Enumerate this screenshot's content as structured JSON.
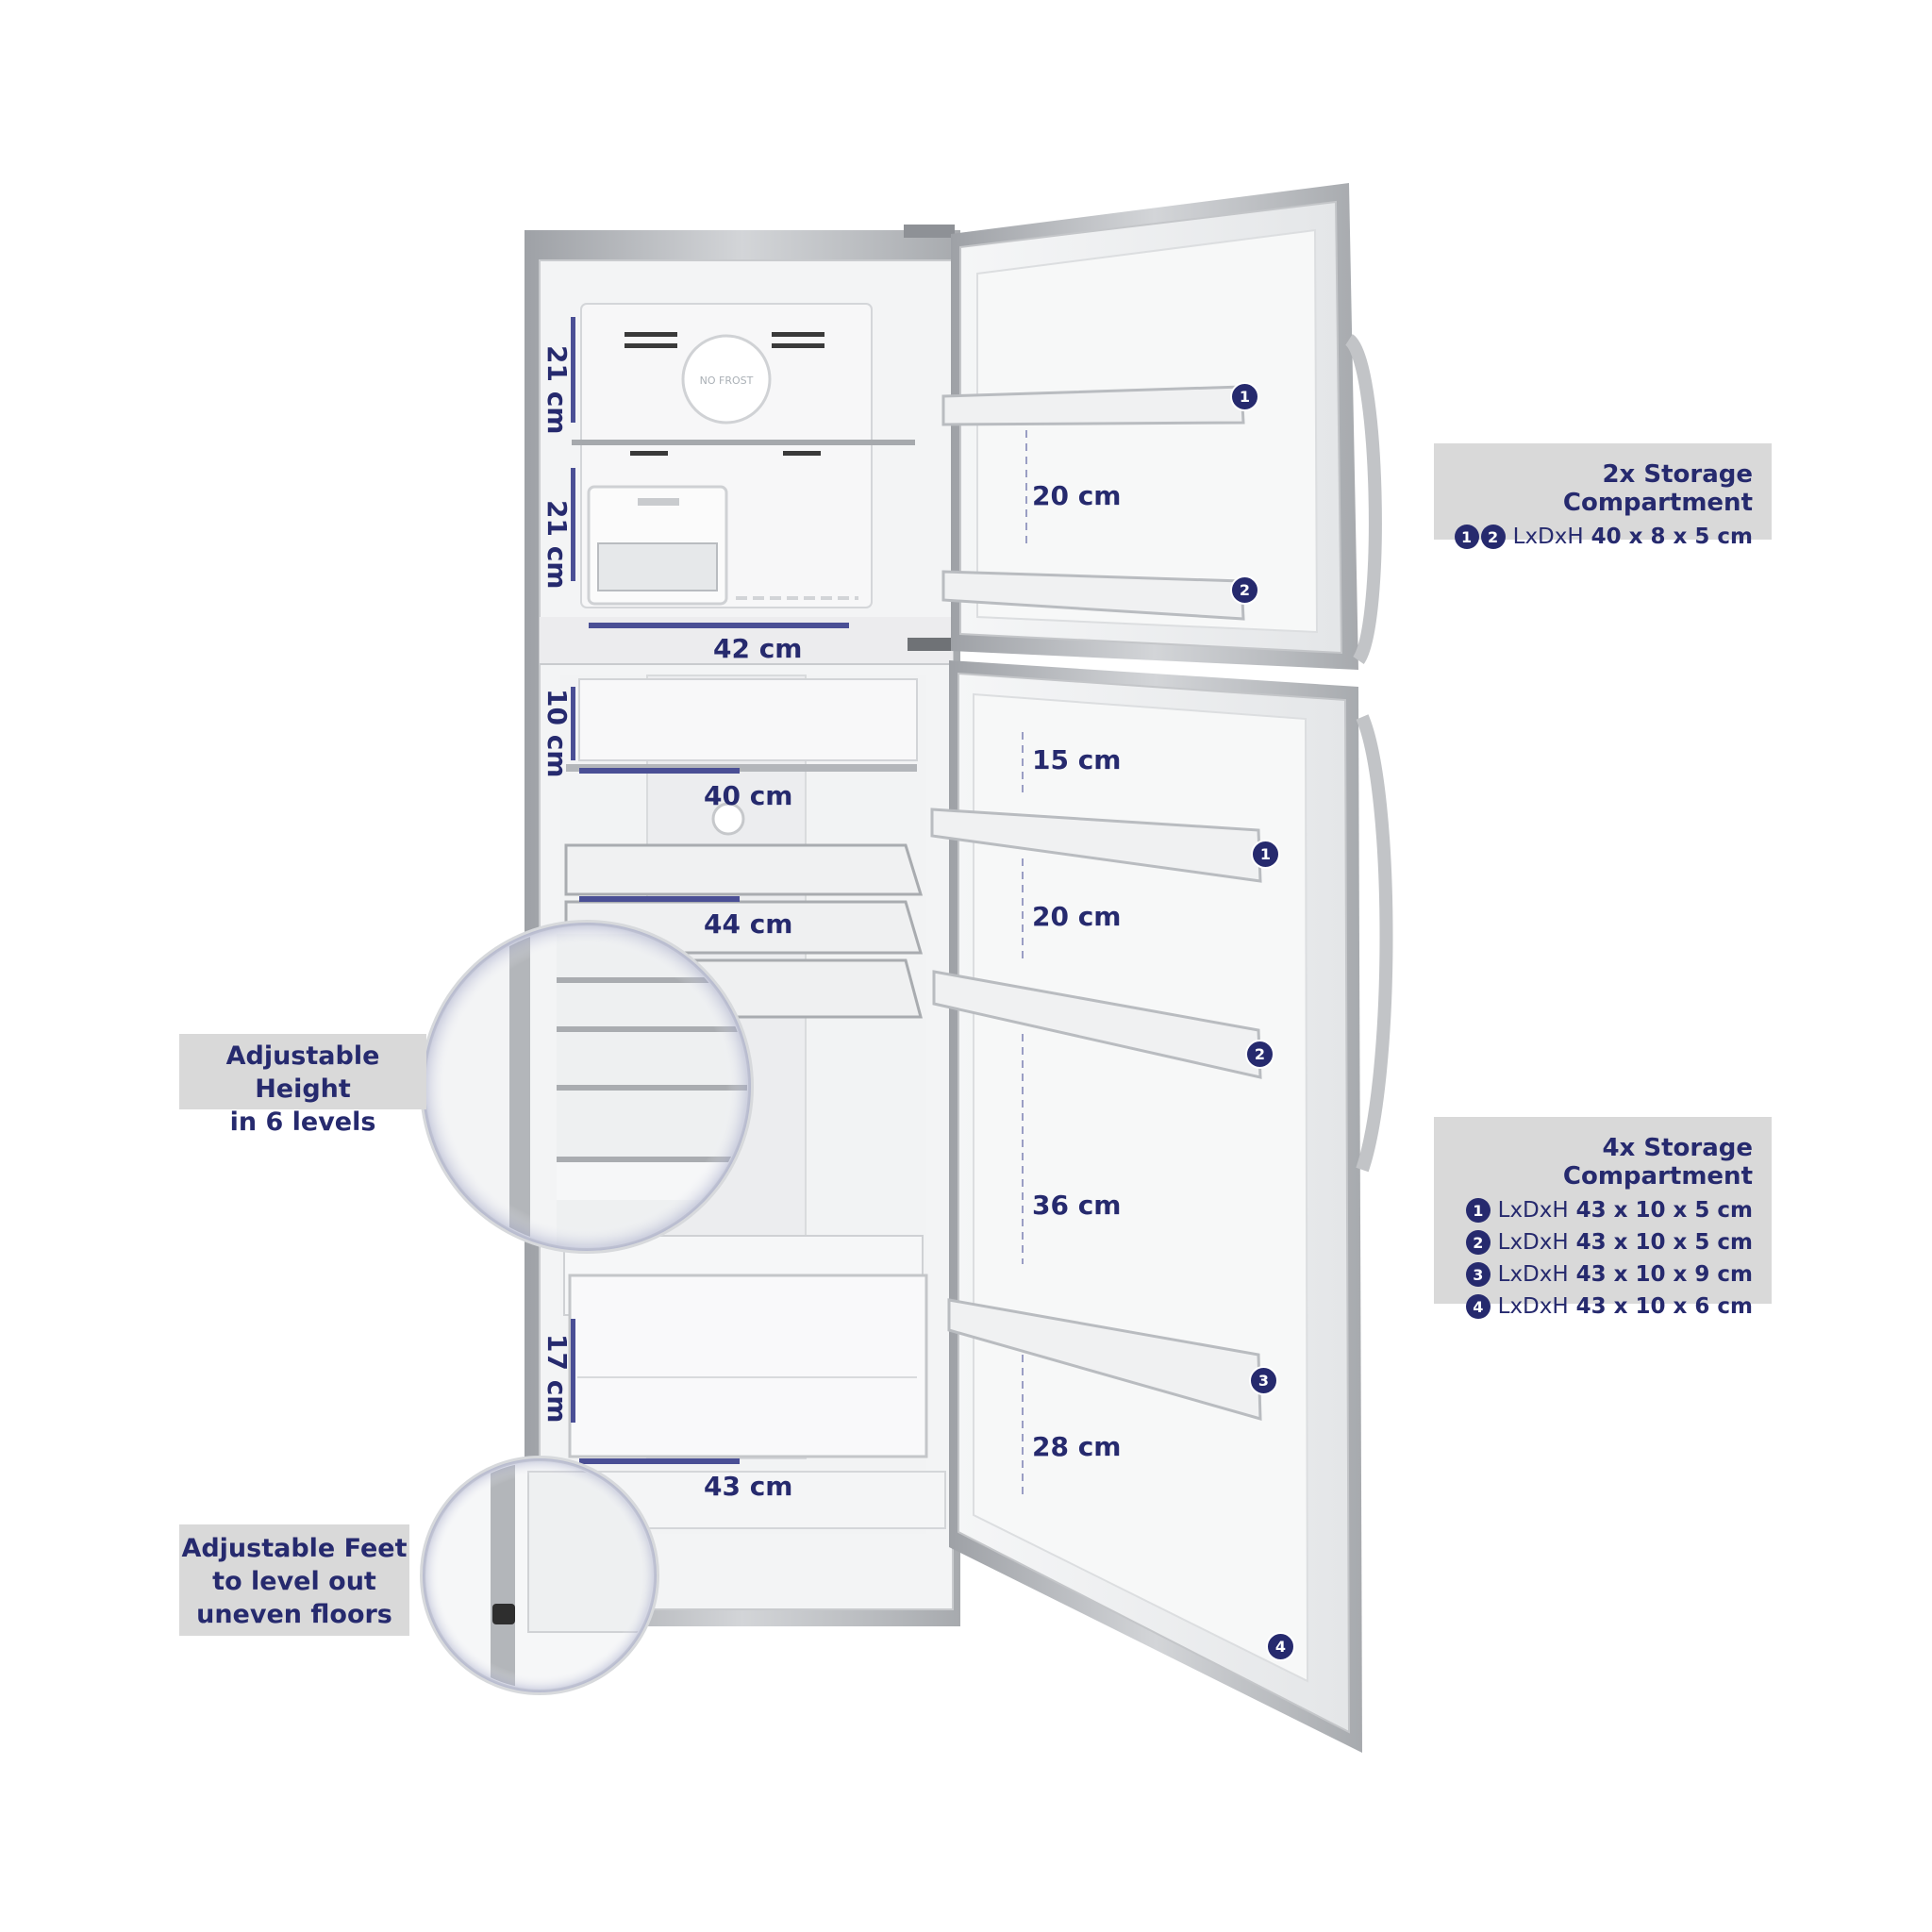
{
  "freezer": {
    "height_top": "21 cm",
    "height_bottom": "21 cm",
    "width": "42 cm",
    "badge_label": "NO FROST"
  },
  "fridge": {
    "height_top": "10 cm",
    "shelf_width_1": "40 cm",
    "shelf_width_2": "44 cm",
    "crisper_height": "17 cm",
    "crisper_width": "43 cm"
  },
  "freezer_door": {
    "gap": "20 cm",
    "badges": [
      "1",
      "2"
    ]
  },
  "fridge_door": {
    "gaps": [
      "15 cm",
      "20 cm",
      "36 cm",
      "28 cm"
    ],
    "badges": [
      "1",
      "2",
      "3",
      "4"
    ]
  },
  "panel_freezer": {
    "title": "2x Storage Compartment",
    "badges": [
      "1",
      "2"
    ],
    "code": "LxDxH",
    "dims": "40 x 8 x 5 cm"
  },
  "panel_fridge": {
    "title": "4x Storage Compartment",
    "rows": [
      {
        "badge": "1",
        "code": "LxDxH",
        "dims": "43 x 10 x 5 cm"
      },
      {
        "badge": "2",
        "code": "LxDxH",
        "dims": "43 x 10 x 5 cm"
      },
      {
        "badge": "3",
        "code": "LxDxH",
        "dims": "43 x 10 x 9 cm"
      },
      {
        "badge": "4",
        "code": "LxDxH",
        "dims": "43 x 10 x 6 cm"
      }
    ]
  },
  "callouts": {
    "shelves_line1": "Adjustable Height",
    "shelves_line2": "in 6 levels",
    "feet_line1": "Adjustable Feet",
    "feet_line2": "to level out",
    "feet_line3": "uneven floors"
  },
  "colors": {
    "accent": "#262a6e",
    "body_steel": "#b9bcc0",
    "interior": "#f4f5f6",
    "panel_bg": "#d9d9d9"
  }
}
